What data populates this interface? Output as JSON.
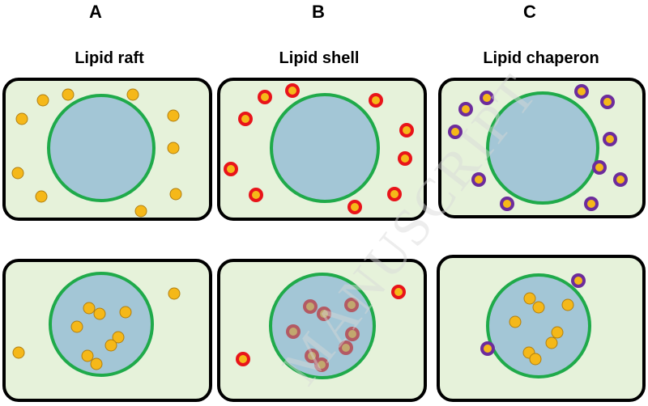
{
  "columns": [
    {
      "letter": "A",
      "title": "Lipid raft"
    },
    {
      "letter": "B",
      "title": "Lipid shell"
    },
    {
      "letter": "C",
      "title": "Lipid chaperon"
    }
  ],
  "watermark": "MANUSCRIPT",
  "colors": {
    "cell_fill": "#e6f2da",
    "cell_border": "#000000",
    "nucleus_fill": "#a3c6d6",
    "nucleus_border": "#1faa4a",
    "lipid_yellow": "#f5b819",
    "lipid_yellow_border": "#b07f12",
    "shell_ring": "#e8141a",
    "chaperon_ring": "#6c2c9c",
    "inner_ring": "#b35a64",
    "inner_core": "#c2a86e"
  }
}
